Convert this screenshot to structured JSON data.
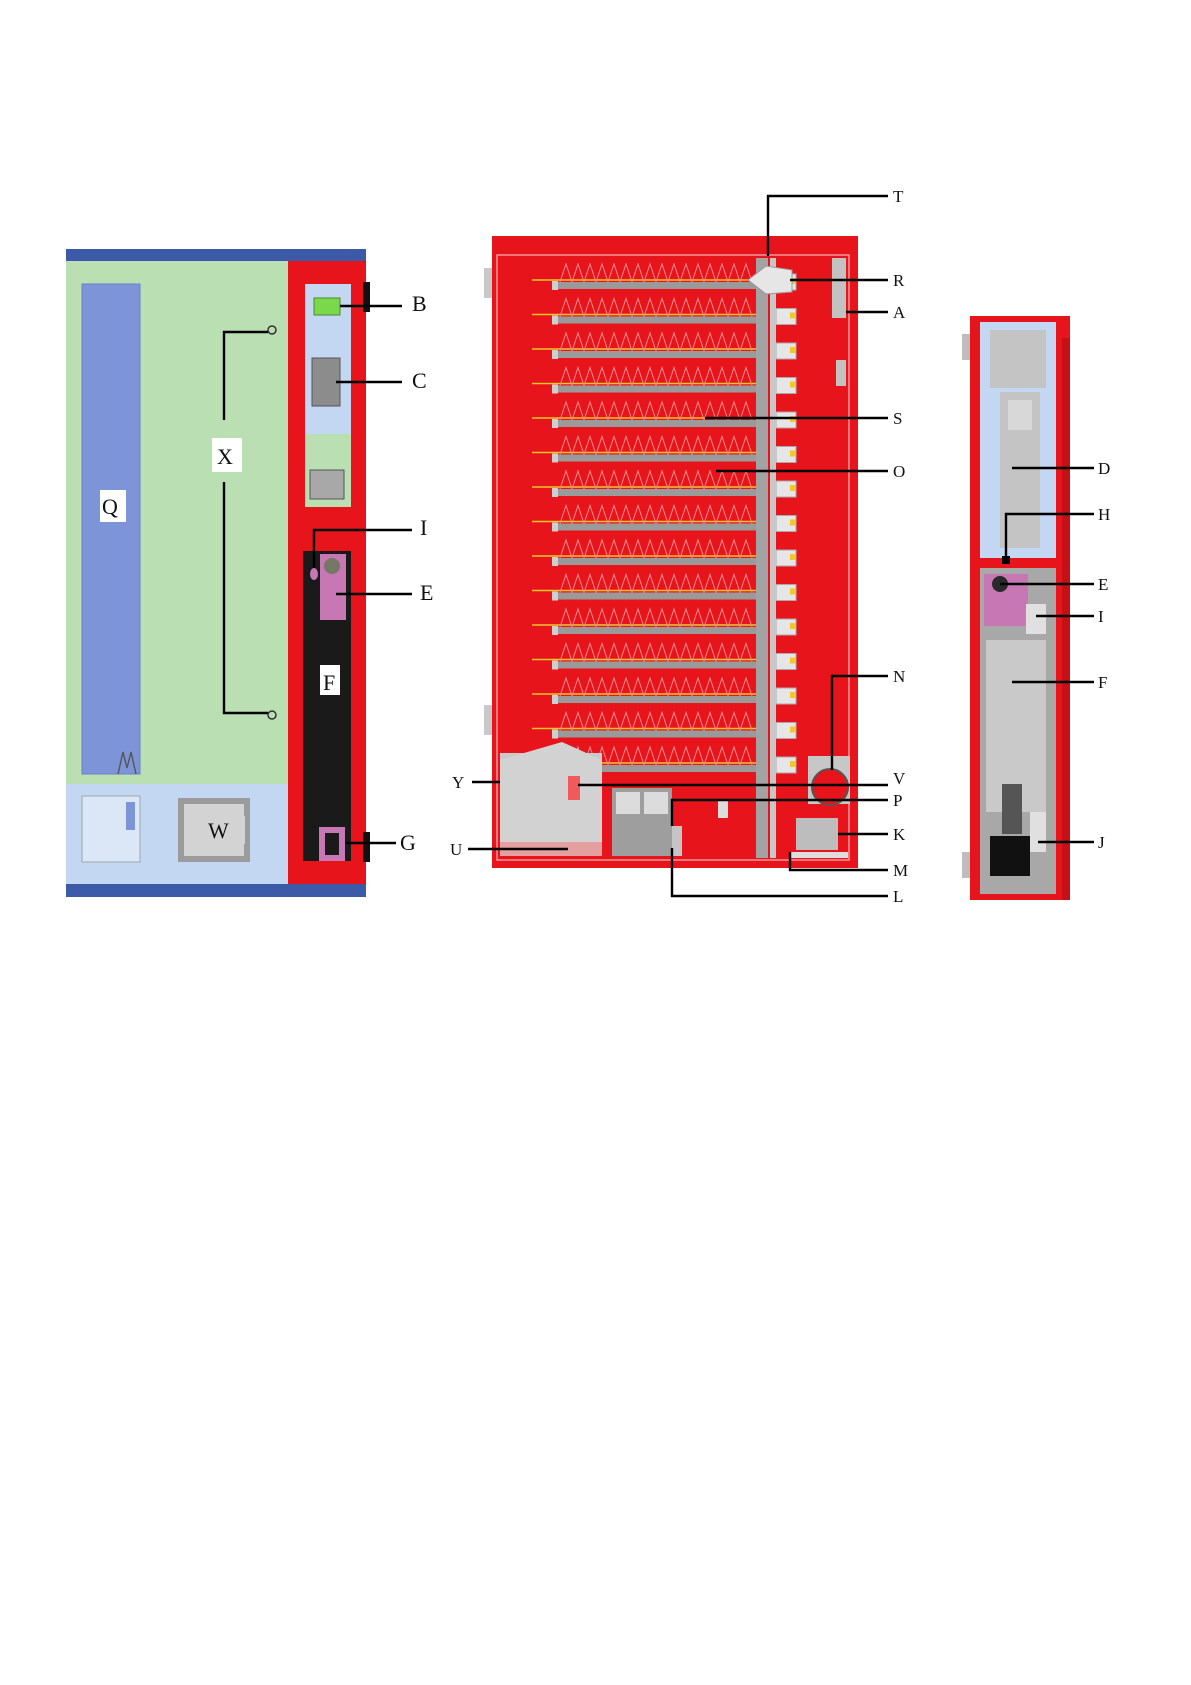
{
  "colors": {
    "frame_red": "#e8141b",
    "door_green": "#b9dfb3",
    "panel_blue": "#c3d6f2",
    "strip_blue": "#7d95d8",
    "frame_navy": "#3c5aa8",
    "pink_module": "#c777b3",
    "dark_column": "#1a1a1a",
    "spiral_yellow": "#f3c62a",
    "rod_grey": "#9a9a9a",
    "light_grey": "#bdbdbd",
    "button_green": "#7ad84a"
  },
  "labels": {
    "left": {
      "B": "B",
      "C": "C",
      "X": "X",
      "Q": "Q",
      "I": "I",
      "E": "E",
      "F": "F",
      "W": "W",
      "G": "G"
    },
    "center": {
      "T": "T",
      "R": "R",
      "A": "A",
      "S": "S",
      "O": "O",
      "N": "N",
      "V": "V",
      "P": "P",
      "K": "K",
      "M": "M",
      "L": "L",
      "Y": "Y",
      "U": "U"
    },
    "right": {
      "D": "D",
      "H": "H",
      "E": "E",
      "I": "I",
      "F": "F",
      "J": "J"
    }
  },
  "shelves": {
    "count": 15
  }
}
